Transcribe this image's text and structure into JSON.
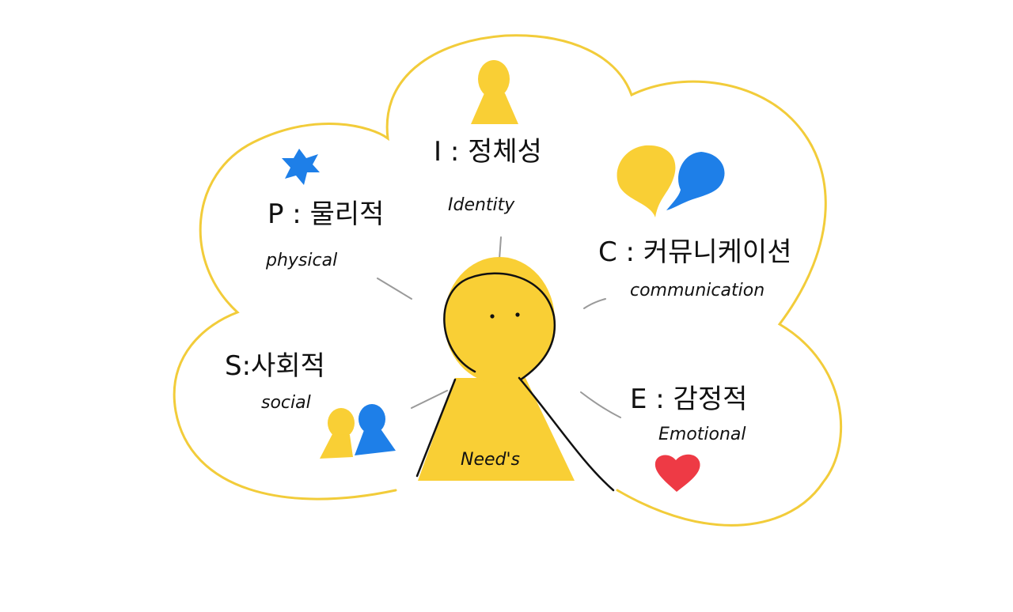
{
  "center": {
    "label": "Need's"
  },
  "needs": [
    {
      "id": "identity",
      "code_kr": "I : 정체성",
      "english": "Identity"
    },
    {
      "id": "physical",
      "code_kr": "P : 물리적",
      "english": "physical"
    },
    {
      "id": "communication",
      "code_kr": "C : 커뮤니케이션",
      "english": "communication"
    },
    {
      "id": "social",
      "code_kr": "S:사회적",
      "english": "social"
    },
    {
      "id": "emotional",
      "code_kr": "E : 감정적",
      "english": "Emotional"
    }
  ],
  "colors": {
    "yellow": "#f9cf35",
    "blue": "#1e7fe8",
    "red": "#ee3a45",
    "cloud_outline": "#f2cc3a",
    "ink": "#111111",
    "connector": "#9a9a9a"
  },
  "icons": {
    "identity": "person-icon",
    "physical": "splat-icon",
    "communication": "speech-bubbles-icon",
    "social": "two-people-icon",
    "emotional": "heart-icon"
  }
}
